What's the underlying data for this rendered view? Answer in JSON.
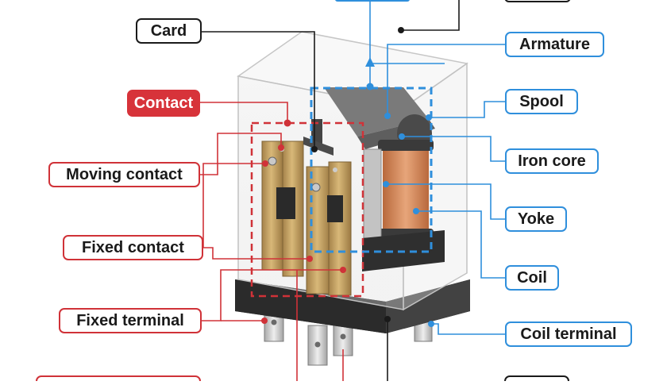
{
  "labels": {
    "card": "Card",
    "contact": "Contact",
    "moving_contact": "Moving contact",
    "fixed_contact": "Fixed contact",
    "fixed_terminal": "Fixed terminal",
    "armature": "Armature",
    "spool": "Spool",
    "iron_core": "Iron core",
    "yoke": "Yoke",
    "coil": "Coil",
    "coil_terminal": "Coil terminal"
  },
  "colors": {
    "black_line": "#1a1a1a",
    "blue_line": "#2f8fdc",
    "red_line": "#d03238",
    "contact_fill": "#d7333a",
    "top_blue_fill": "#2f8fdc"
  }
}
